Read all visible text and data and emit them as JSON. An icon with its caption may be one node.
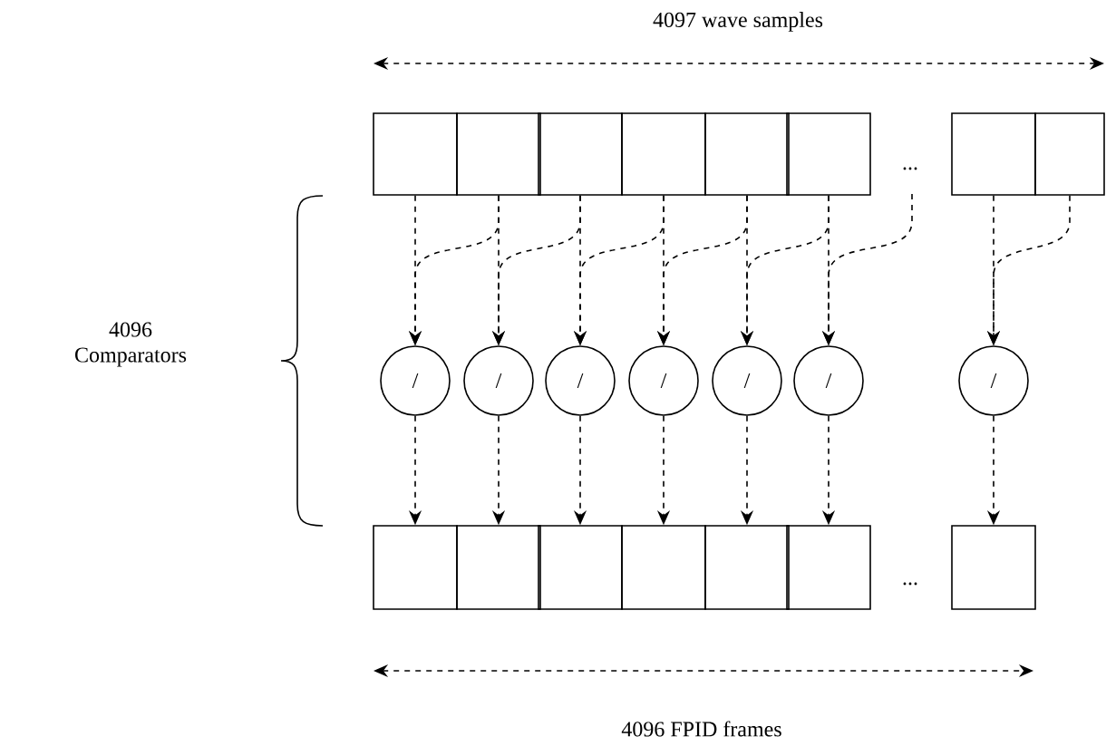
{
  "diagram": {
    "nodes": [
      {
        "text": [],
        "shape": "box"
      },
      {
        "text": [],
        "shape": "box"
      },
      {
        "text": [],
        "shape": "box"
      },
      {
        "text": [],
        "shape": "box"
      },
      {
        "text": [],
        "shape": "box"
      },
      {
        "text": [],
        "shape": "box"
      },
      {
        "text": [],
        "shape": "box"
      },
      {
        "text": [],
        "shape": "box"
      },
      {
        "text": [
          "/"
        ]
      },
      {
        "text": [
          "/"
        ]
      },
      {
        "text": [
          "/"
        ]
      },
      {
        "text": [
          "/"
        ]
      },
      {
        "text": [
          "/"
        ]
      },
      {
        "text": [
          "/"
        ]
      },
      {
        "text": [
          "/"
        ]
      },
      {
        "text": [],
        "shape": "box"
      },
      {
        "text": [],
        "shape": "box"
      },
      {
        "text": [],
        "shape": "box"
      },
      {
        "text": [],
        "shape": "box"
      },
      {
        "text": [],
        "shape": "box"
      },
      {
        "text": [],
        "shape": "box"
      },
      {
        "text": [],
        "shape": "box"
      }
    ],
    "edges": [
      {
        "from": 0,
        "to": 8,
        "arrow": "to"
      },
      {
        "from": 1,
        "to": 8,
        "arrow": "to"
      },
      {
        "from": 1,
        "to": 9,
        "arrow": "to"
      },
      {
        "from": 2,
        "to": 9,
        "arrow": "to"
      },
      {
        "from": 2,
        "to": 10,
        "arrow": "to"
      },
      {
        "from": 3,
        "to": 10,
        "arrow": "to"
      },
      {
        "from": 3,
        "to": 11,
        "arrow": "to"
      },
      {
        "from": 4,
        "to": 11,
        "arrow": "to"
      },
      {
        "from": 4,
        "to": 12,
        "arrow": "to"
      },
      {
        "from": 5,
        "to": 12,
        "arrow": "to"
      },
      {
        "from": 5,
        "to": 13,
        "arrow": "to"
      },
      {
        "from": null,
        "to": 13,
        "arrow": "to"
      },
      {
        "from": 6,
        "to": 14,
        "arrow": "to"
      },
      {
        "from": 7,
        "to": 14,
        "arrow": "to"
      },
      {
        "from": 8,
        "to": 15,
        "arrow": "to"
      },
      {
        "from": 9,
        "to": 16,
        "arrow": "to"
      },
      {
        "from": 10,
        "to": 17,
        "arrow": "to"
      },
      {
        "from": 11,
        "to": 18,
        "arrow": "to"
      },
      {
        "from": 12,
        "to": 19,
        "arrow": "to"
      },
      {
        "from": 13,
        "to": 20,
        "arrow": "to"
      },
      {
        "from": 14,
        "to": 21,
        "arrow": "to"
      }
    ],
    "labels": [
      "4097 wave samples",
      "...",
      "4096 Comparators",
      "...",
      "4096 FPID frames"
    ]
  }
}
